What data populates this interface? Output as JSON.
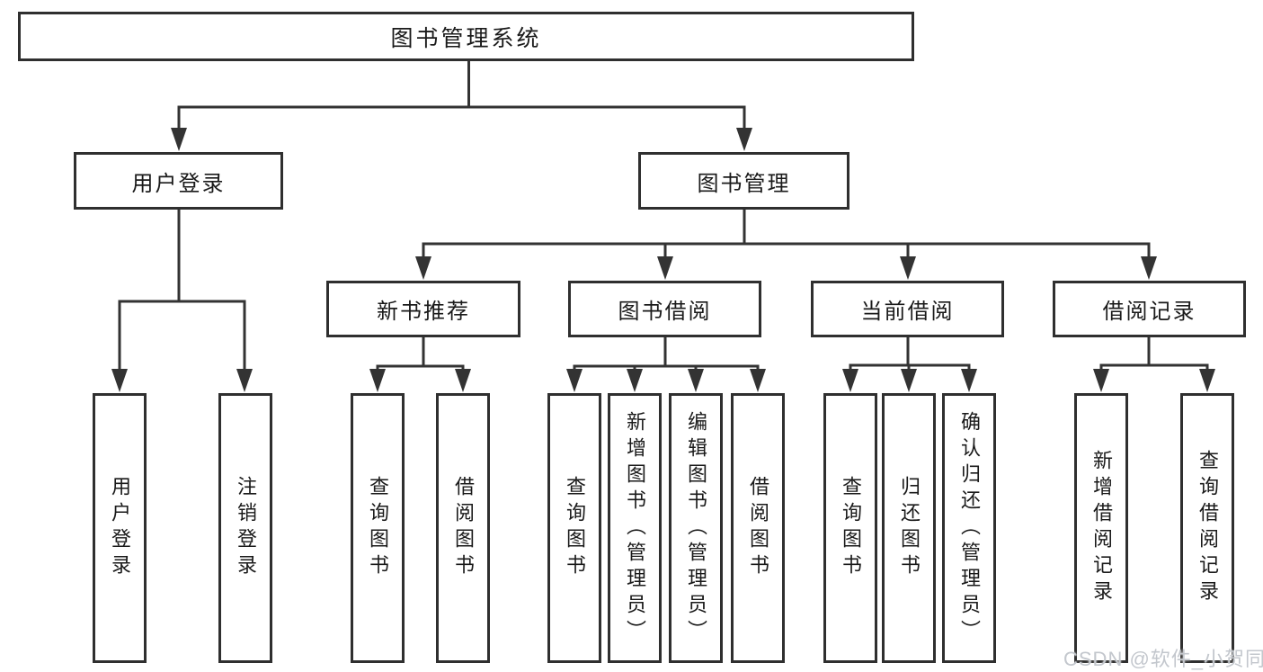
{
  "diagram": {
    "root": {
      "label": "图书管理系统"
    },
    "branches": [
      {
        "label": "用户登录",
        "children": [
          {
            "label": "用户登录"
          },
          {
            "label": "注销登录"
          }
        ]
      },
      {
        "label": "图书管理",
        "children": [
          {
            "label": "新书推荐",
            "children": [
              {
                "label": "查询图书"
              },
              {
                "label": "借阅图书"
              }
            ]
          },
          {
            "label": "图书借阅",
            "children": [
              {
                "label": "查询图书"
              },
              {
                "label": "新增图书（管理员）"
              },
              {
                "label": "编辑图书（管理员）"
              },
              {
                "label": "借阅图书"
              }
            ]
          },
          {
            "label": "当前借阅",
            "children": [
              {
                "label": "查询图书"
              },
              {
                "label": "归还图书"
              },
              {
                "label": "确认归还（管理员）"
              }
            ]
          },
          {
            "label": "借阅记录",
            "children": [
              {
                "label": "新增借阅记录"
              },
              {
                "label": "查询借阅记录"
              }
            ]
          }
        ]
      }
    ]
  },
  "watermark": {
    "text": "CSDN @软件_小贺同学"
  },
  "colors": {
    "line": "#333333",
    "border": "#2f2f2f",
    "text": "#1a1a1a",
    "watermark": "#c3c7cd",
    "background": "#ffffff"
  }
}
